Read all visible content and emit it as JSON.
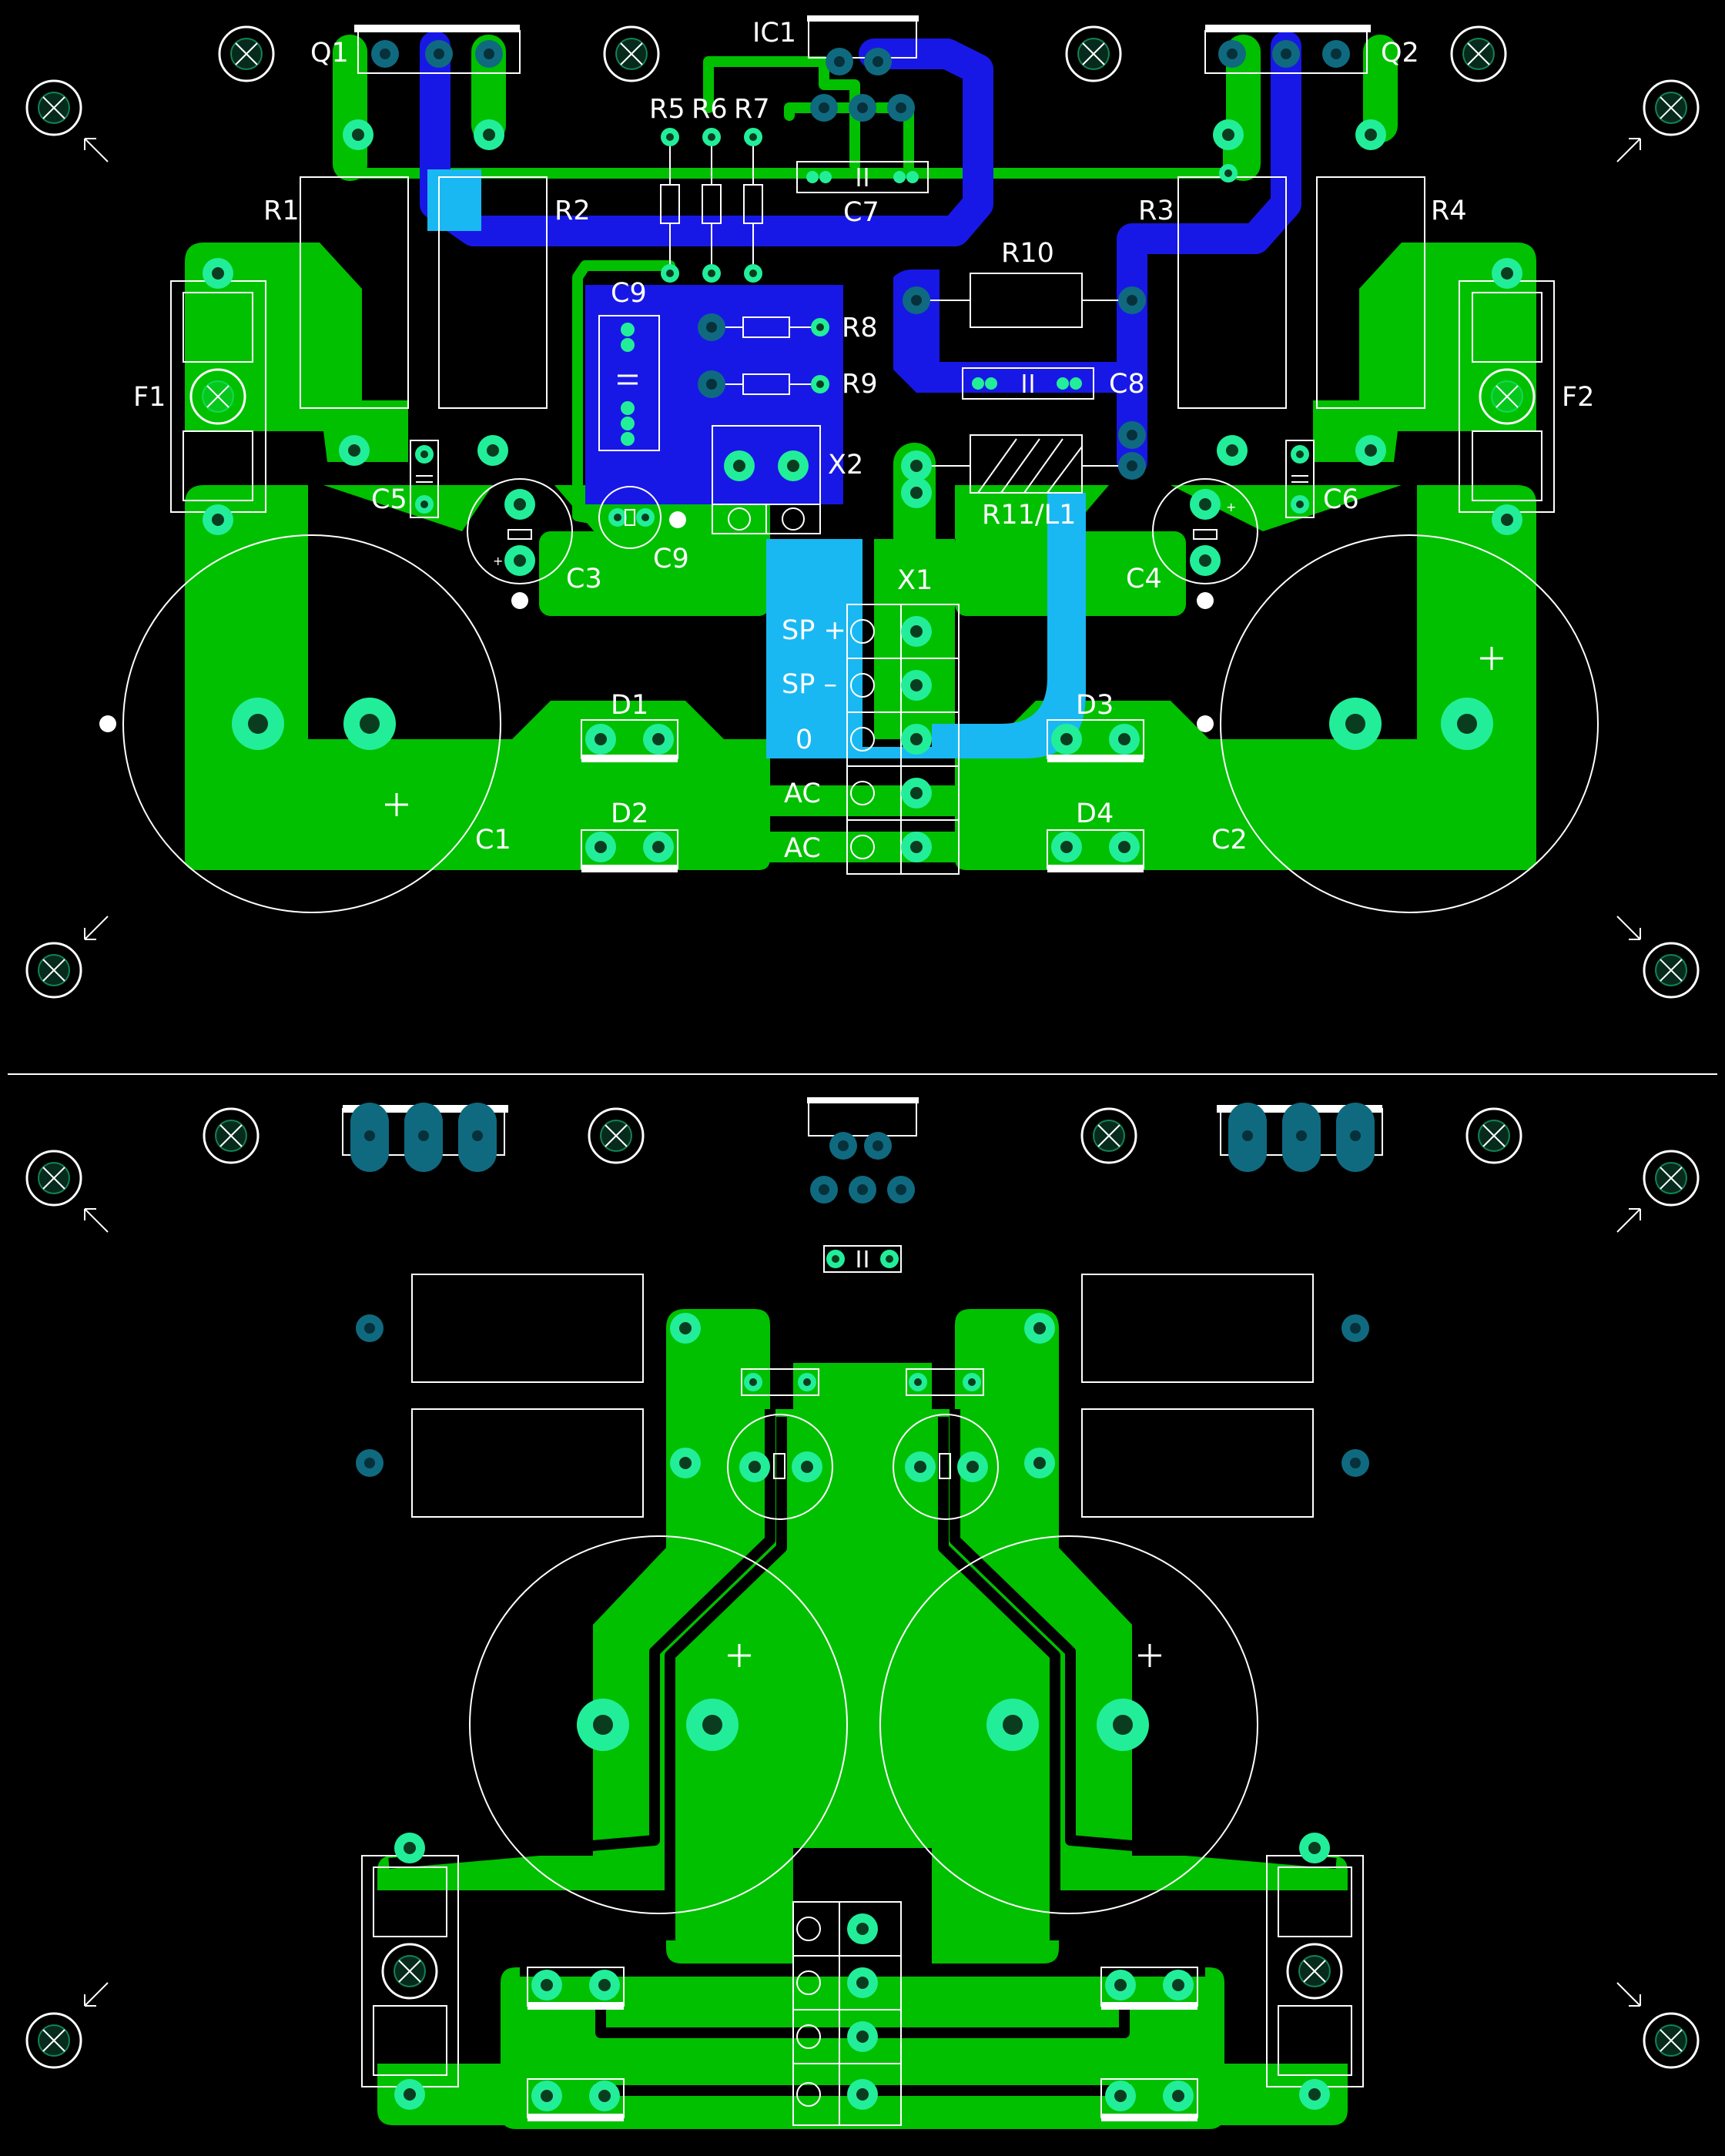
{
  "colors": {
    "background": "#000000",
    "bottom_copper": "#00c000",
    "top_copper": "#1818e6",
    "overlap_copper": "#19b8f2",
    "pad_bright": "#22ee99",
    "pad_dark": "#0f6a80",
    "silkscreen": "#ffffff"
  },
  "top_view": {
    "labels": {
      "ic1": "IC1",
      "q1": "Q1",
      "q2": "Q2",
      "r1": "R1",
      "r2": "R2",
      "r3": "R3",
      "r4": "R4",
      "r5": "R5",
      "r6": "R6",
      "r7": "R7",
      "r8": "R8",
      "r9": "R9",
      "r10": "R10",
      "r11l1": "R11/L1",
      "c1": "C1",
      "c2": "C2",
      "c3": "C3",
      "c4": "C4",
      "c5": "C5",
      "c6": "C6",
      "c7": "C7",
      "c8": "C8",
      "c9_top": "C9",
      "c9_bottom": "C9",
      "d1": "D1",
      "d2": "D2",
      "d3": "D3",
      "d4": "D4",
      "f1": "F1",
      "f2": "F2",
      "x1": "X1",
      "x2": "X2",
      "sp_plus": "SP +",
      "sp_minus": "SP –",
      "zero": "0",
      "ac1": "AC",
      "ac2": "AC"
    }
  }
}
